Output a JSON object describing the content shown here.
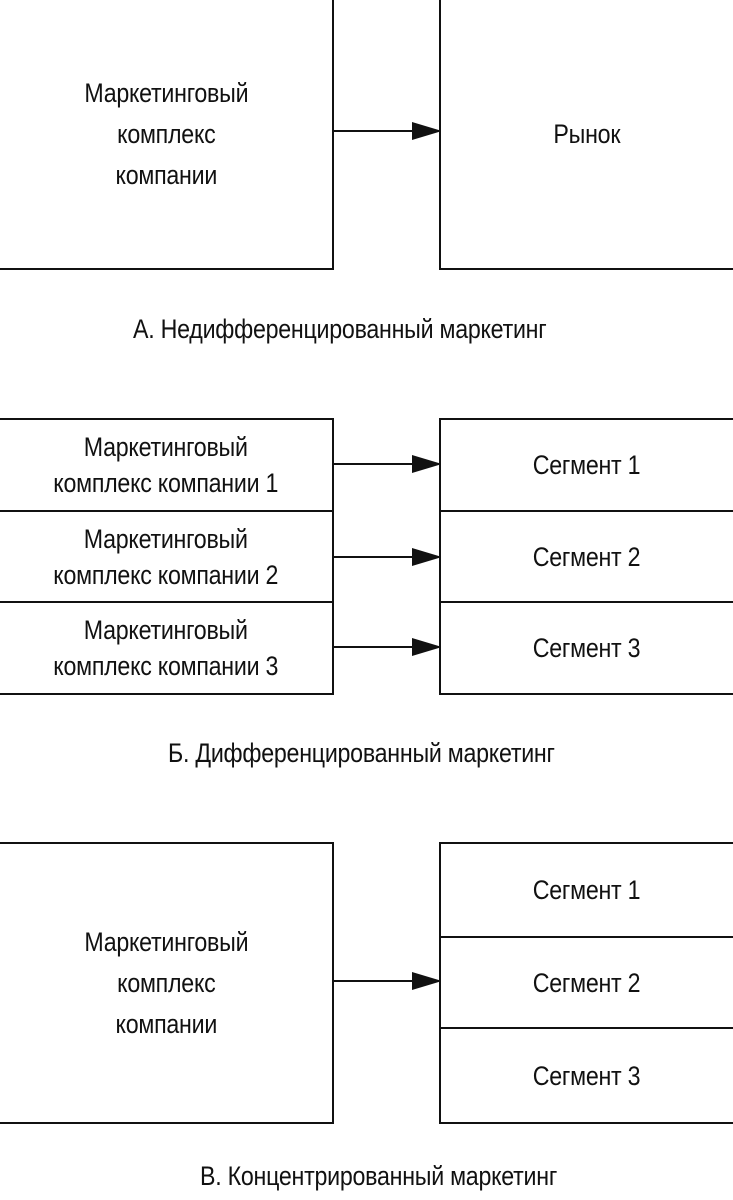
{
  "section_a": {
    "company_box": "Маркетинговый\nкомплекс\nкомпании",
    "market_box": "Рынок",
    "caption": "А. Недифференцированный маркетинг"
  },
  "section_b": {
    "company_boxes": [
      "Маркетинговый\nкомплекс компании 1",
      "Маркетинговый\nкомплекс компании 2",
      "Маркетинговый\nкомплекс компании 3"
    ],
    "segments": [
      "Сегмент 1",
      "Сегмент 2",
      "Сегмент 3"
    ],
    "caption": "Б. Дифференцированный маркетинг"
  },
  "section_c": {
    "company_box": "Маркетинговый\nкомплекс\nкомпании",
    "segments": [
      "Сегмент 1",
      "Сегмент 2",
      "Сегмент 3"
    ],
    "caption": "В. Концентрированный маркетинг"
  }
}
